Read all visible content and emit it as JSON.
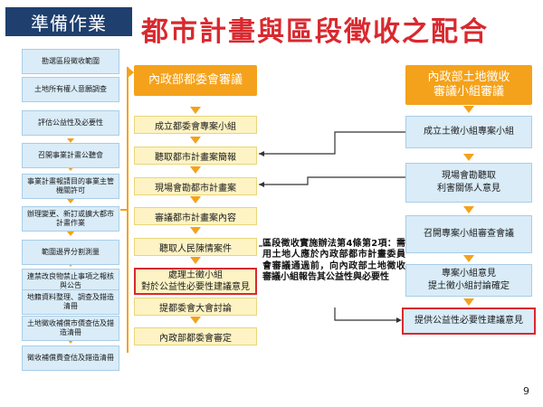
{
  "badge": "準備作業",
  "title": "都市計畫與區段徵收之配合",
  "left_steps": [
    "勘選區段徵收範圍",
    "土地所有權人意願調查",
    "評估公益性及必要性",
    "召開事業計畫公聽會",
    "事業計畫報請目的事業主管機關許可",
    "辦理變更、新訂或擴大都市計畫作業",
    "範圍邊界分割測量",
    "連禁改良物禁止事項之報核與公告",
    "地籍資料整理、調查及錯造清冊",
    "土地徵收補償市價查估及錯造清冊",
    "徵收補償費查估及錯造清冊"
  ],
  "center_header": "內政部都委會審議",
  "center_steps": [
    "成立都委會專案小組",
    "聽取都市計畫案簡報",
    "現場會勘都市計畫案",
    "審議都市計畫案內容",
    "聽取人民陳情案件",
    "處理土徵小組\n對於公益性必要性建議意見",
    "提都委會大會討論",
    "內政部都委會審定"
  ],
  "right_header": "內政部土地徵收\n審議小組審議",
  "right_steps": [
    "成立土徵小組專案小組",
    "現場會勘聽取\n利害關係人意見",
    "召開專案小組審查會議",
    "專案小組意見\n提土徵小組討論確定",
    "提供公益性必要性建議意見"
  ],
  "note": "區段徵收實施辦法第4條第2項：需用土地人應於內政部都市計畫委員會審議通過前，向內政部土地徵收審議小組報告其公益性與必要性",
  "page_number": "9",
  "colors": {
    "badge": "#1f3f6e",
    "title": "#d9292f",
    "header": "#f4a21b",
    "center_box": "#fdf3c4",
    "side_box": "#d9ecf8",
    "highlight": "#d9292f",
    "arrow": "#f4a21b",
    "connector": "#333333"
  }
}
